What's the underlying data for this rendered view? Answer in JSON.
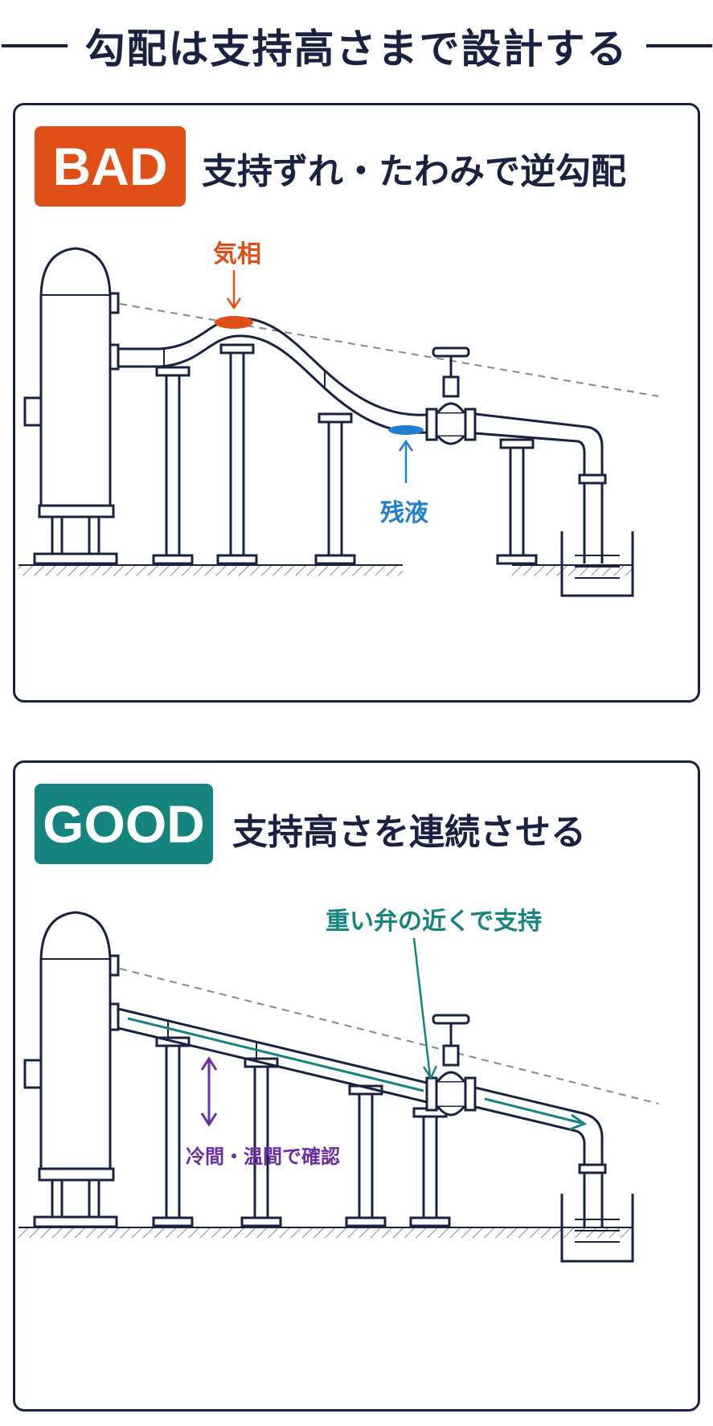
{
  "title": "勾配は支持高さまで設計する",
  "bad_panel": {
    "badge": "BAD",
    "heading": "支持ずれ・たわみで逆勾配",
    "vapor_label": "気相",
    "liquid_label": "残液",
    "colors": {
      "badge": "#e04f17",
      "vapor": "#e04f17",
      "liquid": "#1f7fd0"
    }
  },
  "good_panel": {
    "badge": "GOOD",
    "heading": "支持高さを連続させる",
    "valve_support_label": "重い弁の近くで支持",
    "temp_check_label": "冷間・温間で確認",
    "colors": {
      "badge": "#16847e",
      "flow": "#16847e",
      "check": "#6b2fa0"
    }
  },
  "colors": {
    "line": "#1b2140",
    "ground_hatch": "#555a6a"
  }
}
